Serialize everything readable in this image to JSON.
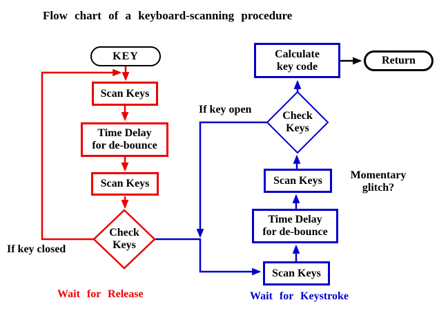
{
  "title": "Flow chart of a keyboard-scanning procedure",
  "colors": {
    "red": "#EE0000",
    "blue": "#0000CC",
    "black": "#000000",
    "background": "#FFFFFF"
  },
  "nodes": {
    "key": {
      "label": "KEY"
    },
    "scan_keys_1": {
      "label": "Scan Keys"
    },
    "time_delay_1": {
      "line1": "Time Delay",
      "line2": "for de-bounce"
    },
    "scan_keys_2": {
      "label": "Scan Keys"
    },
    "check_keys_1": {
      "line1": "Check",
      "line2": "Keys"
    },
    "calculate": {
      "line1": "Calculate",
      "line2": "key code"
    },
    "return": {
      "label": "Return"
    },
    "check_keys_2": {
      "line1": "Check",
      "line2": "Keys"
    },
    "scan_keys_3": {
      "label": "Scan Keys"
    },
    "time_delay_2": {
      "line1": "Time Delay",
      "line2": "for de-bounce"
    },
    "scan_keys_4": {
      "label": "Scan Keys"
    }
  },
  "labels": {
    "if_key_open": "If key open",
    "if_key_closed": "If key closed",
    "momentary_line1": "Momentary",
    "momentary_line2": "glitch?",
    "wait_release": "Wait for Release",
    "wait_keystroke": "Wait for Keystroke"
  }
}
